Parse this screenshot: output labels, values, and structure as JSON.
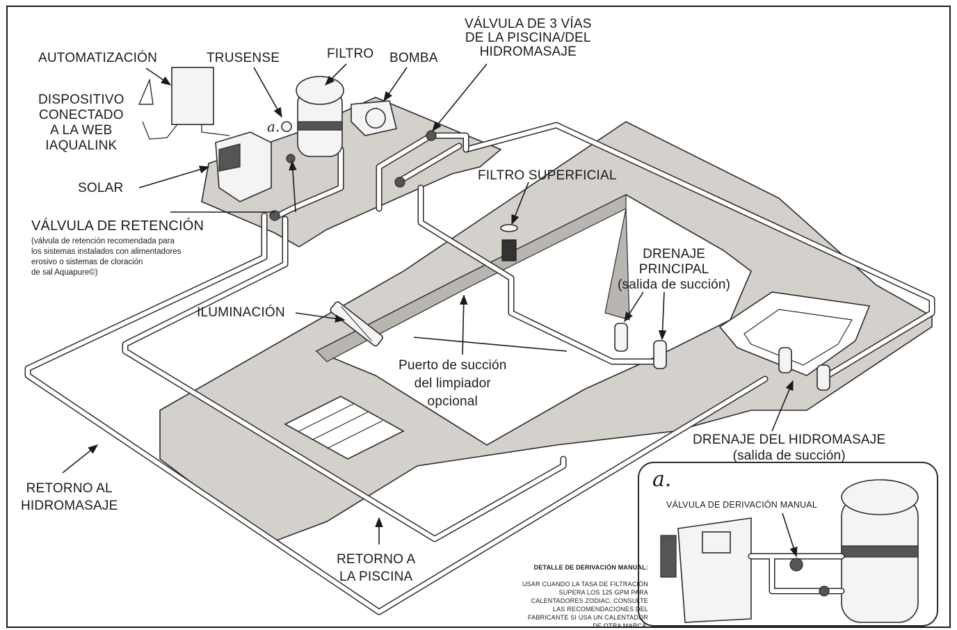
{
  "labels": {
    "automatizacion": "AUTOMATIZACIÓN",
    "trusense": "TRUSENSE",
    "filtro": "FILTRO",
    "bomba": "BOMBA",
    "valvula_3_vias": "VÁLVULA DE 3 VÍAS\nDE LA PISCINA/DEL\nHIDROMASAJE",
    "dispositivo": "DISPOSITIVO\nCONECTADO\nA LA WEB\nIAQUALINK",
    "solar": "SOLAR",
    "valvula_retencion": "VÁLVULA DE RETENCIÓN",
    "valvula_retencion_note": "(válvula de retención recomendada para\nlos sistemas instalados con alimentadores\nerosivo o sistemas de cloración\nde sal Aquapure©)",
    "filtro_superficial": "FILTRO SUPERFICIAL",
    "drenaje_principal": "DRENAJE\nPRINCIPAL\n(salida de succión)",
    "iluminacion": "ILUMINACIÓN",
    "puerto_succion": "Puerto de succión\ndel limpiador\nopcional",
    "drenaje_hidromasaje": "DRENAJE DEL HIDROMASAJE\n(salida de succión)",
    "retorno_hidromasaje": "RETORNO AL\nHIDROMASAJE",
    "retorno_piscina": "RETORNO A\nLA PISCINA",
    "marker_a": "a."
  },
  "inset": {
    "marker": "a.",
    "title": "VÁLVULA DE DERIVACIÓN MANUAL"
  },
  "detail": {
    "heading": "DETALLE DE DERIVACIÓN MANUAL:",
    "body": "USAR CUANDO LA TASA DE FILTRACIÓN\nSUPERA LOS 125 GPM PARA\nCALENTADORES ZODIAC. CONSULTE\nLAS RECOMENDACIONES DEL\nFABRICANTE SI USA UN CALENTADOR\nDE OTRA MARCA."
  }
}
